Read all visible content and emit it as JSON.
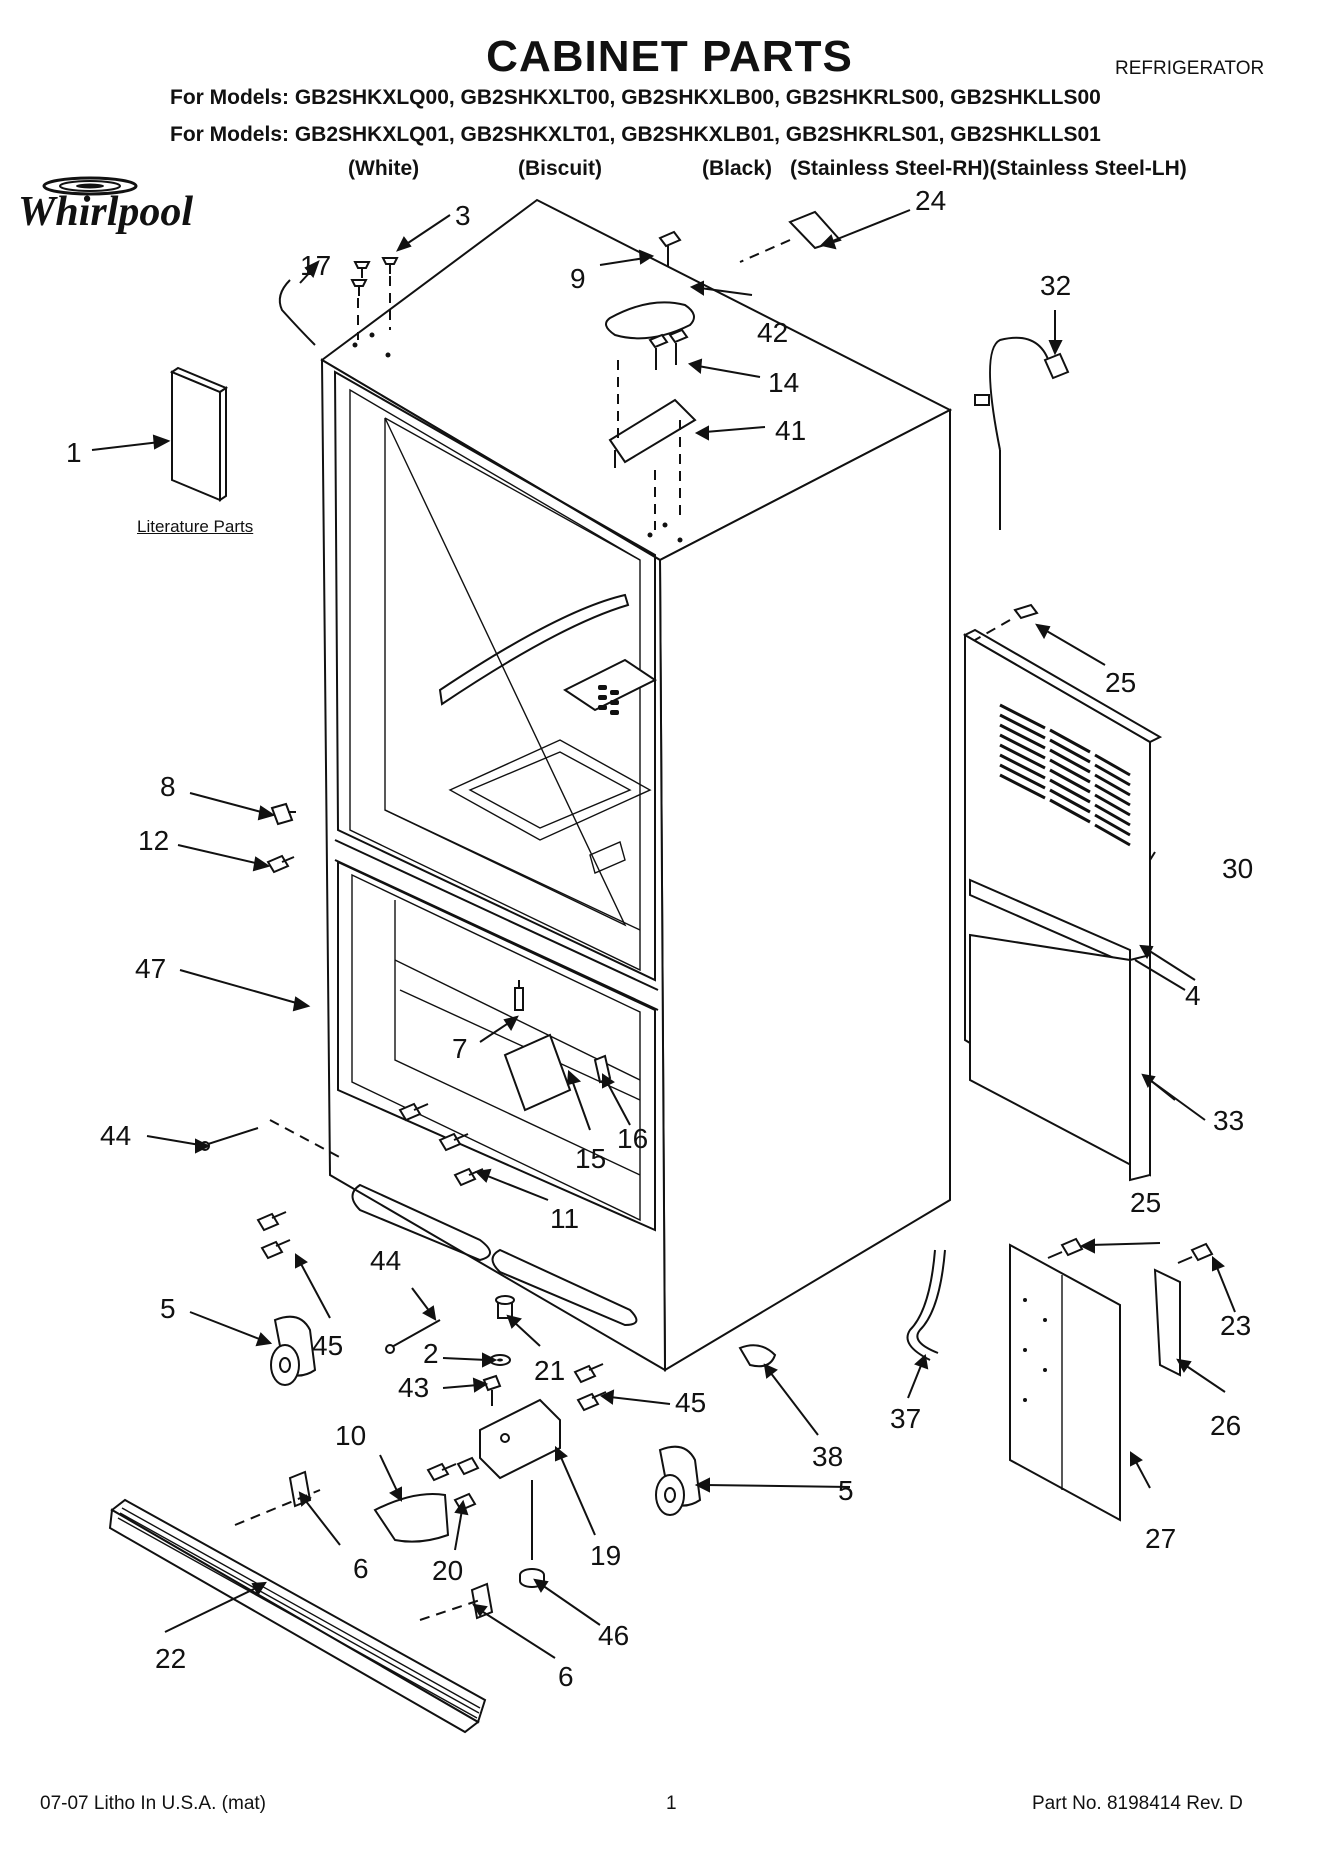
{
  "header": {
    "title": "CABINET PARTS",
    "category": "REFRIGERATOR",
    "models_line1": "For Models: GB2SHKXLQ00, GB2SHKXLT00, GB2SHKXLB00, GB2SHKRLS00, GB2SHKLLS00",
    "models_line2": "For Models: GB2SHKXLQ01, GB2SHKXLT01, GB2SHKXLB01, GB2SHKRLS01, GB2SHKLLS01",
    "colors": [
      "(White)",
      "(Biscuit)",
      "(Black)",
      "(Stainless Steel-RH)(Stainless Steel-LH)"
    ]
  },
  "brand": {
    "name": "Whirlpool"
  },
  "literature_label": "Literature Parts",
  "callouts": {
    "c1": "1",
    "c2": "2",
    "c3": "3",
    "c4": "4",
    "c5a": "5",
    "c5b": "5",
    "c6a": "6",
    "c6b": "6",
    "c7": "7",
    "c8": "8",
    "c9": "9",
    "c10": "10",
    "c11": "11",
    "c12": "12",
    "c14": "14",
    "c15": "15",
    "c16": "16",
    "c17": "17",
    "c19": "19",
    "c20": "20",
    "c21": "21",
    "c22": "22",
    "c23": "23",
    "c24": "24",
    "c25a": "25",
    "c25b": "25",
    "c26": "26",
    "c27": "27",
    "c30": "30",
    "c32": "32",
    "c33": "33",
    "c37": "37",
    "c38": "38",
    "c41": "41",
    "c42": "42",
    "c43": "43",
    "c44a": "44",
    "c44b": "44",
    "c45a": "45",
    "c45b": "45",
    "c46": "46",
    "c47": "47"
  },
  "footer": {
    "left": "07-07 Litho In U.S.A. (mat)",
    "page": "1",
    "part_no": "Part No. 8198414 Rev. D"
  }
}
